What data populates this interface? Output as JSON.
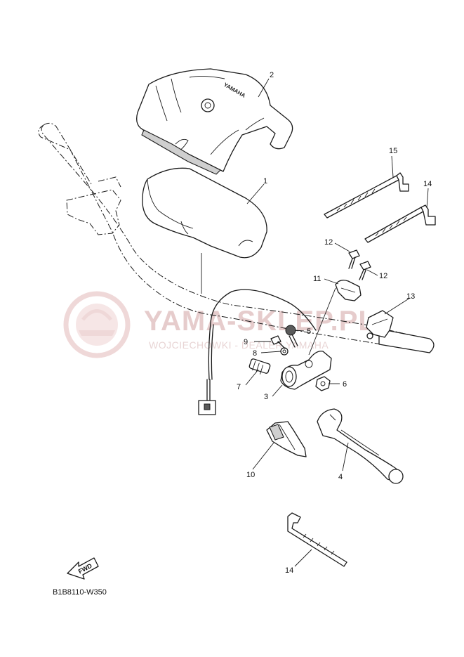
{
  "watermark": {
    "title": "YAMA-SKLEP.PL",
    "subtitle": "WOJCIECHOWKI - DEALER YAMAHA",
    "color": "#e8c6c6"
  },
  "cover_brand": "YAMAHA",
  "callouts": [
    {
      "id": "c1",
      "label": "1"
    },
    {
      "id": "c2",
      "label": "2"
    },
    {
      "id": "c3",
      "label": "3"
    },
    {
      "id": "c4",
      "label": "4"
    },
    {
      "id": "c5",
      "label": "5"
    },
    {
      "id": "c6",
      "label": "6"
    },
    {
      "id": "c7",
      "label": "7"
    },
    {
      "id": "c8",
      "label": "8"
    },
    {
      "id": "c9",
      "label": "9"
    },
    {
      "id": "c10",
      "label": "10"
    },
    {
      "id": "c11",
      "label": "11"
    },
    {
      "id": "c12a",
      "label": "12"
    },
    {
      "id": "c12b",
      "label": "12"
    },
    {
      "id": "c13",
      "label": "13"
    },
    {
      "id": "c14a",
      "label": "14"
    },
    {
      "id": "c14b",
      "label": "14"
    },
    {
      "id": "c15",
      "label": "15"
    }
  ],
  "fwd_label": "FWD",
  "diagram_code": "B1B8110-W350"
}
